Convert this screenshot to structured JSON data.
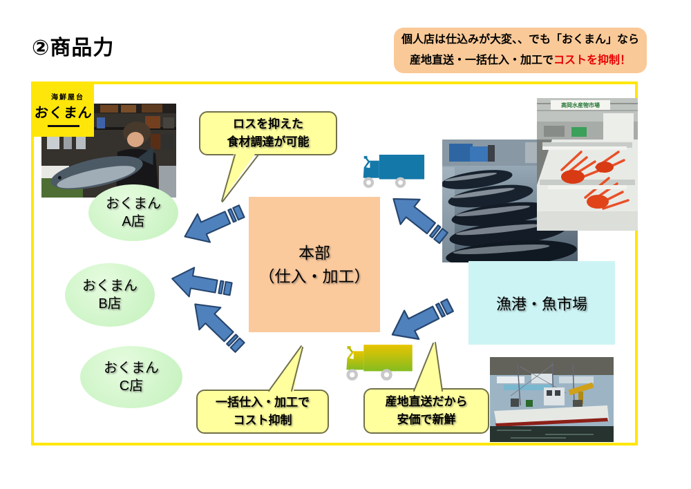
{
  "page": {
    "title": "②商品力"
  },
  "note": {
    "line1": "個人店は仕込みが大変、、でも「おくまん」なら",
    "line2_prefix": "産地直送・一括仕入・加工で",
    "line2_highlight": "コストを抑制！",
    "bg_color": "#F9C998",
    "highlight_color": "#E60000"
  },
  "logo": {
    "top_text": "海鮮屋台",
    "main_text": "おくまん",
    "bg_color": "#FFE60A"
  },
  "diagram": {
    "border_color": "#FFE600",
    "arrow_color": "#4F81BD",
    "hq": {
      "line1": "本部",
      "line2": "（仕入・加工）",
      "bg_color": "#FAC99C"
    },
    "market": {
      "label": "漁港・魚市場",
      "bg_color": "#CDF4F5"
    },
    "stores": [
      {
        "line1": "おくまん",
        "line2": "A店"
      },
      {
        "line1": "おくまん",
        "line2": "B店"
      },
      {
        "line1": "おくまん",
        "line2": "C店"
      }
    ],
    "callouts": [
      {
        "line1": "ロスを抑えた",
        "line2": "食材調達が可能"
      },
      {
        "line1": "一括仕入・加工で",
        "line2": "コスト抑制"
      },
      {
        "line1": "産地直送だから",
        "line2": "安価で新鮮"
      }
    ],
    "photos": {
      "market_sign": "高岡水産物市場"
    }
  }
}
